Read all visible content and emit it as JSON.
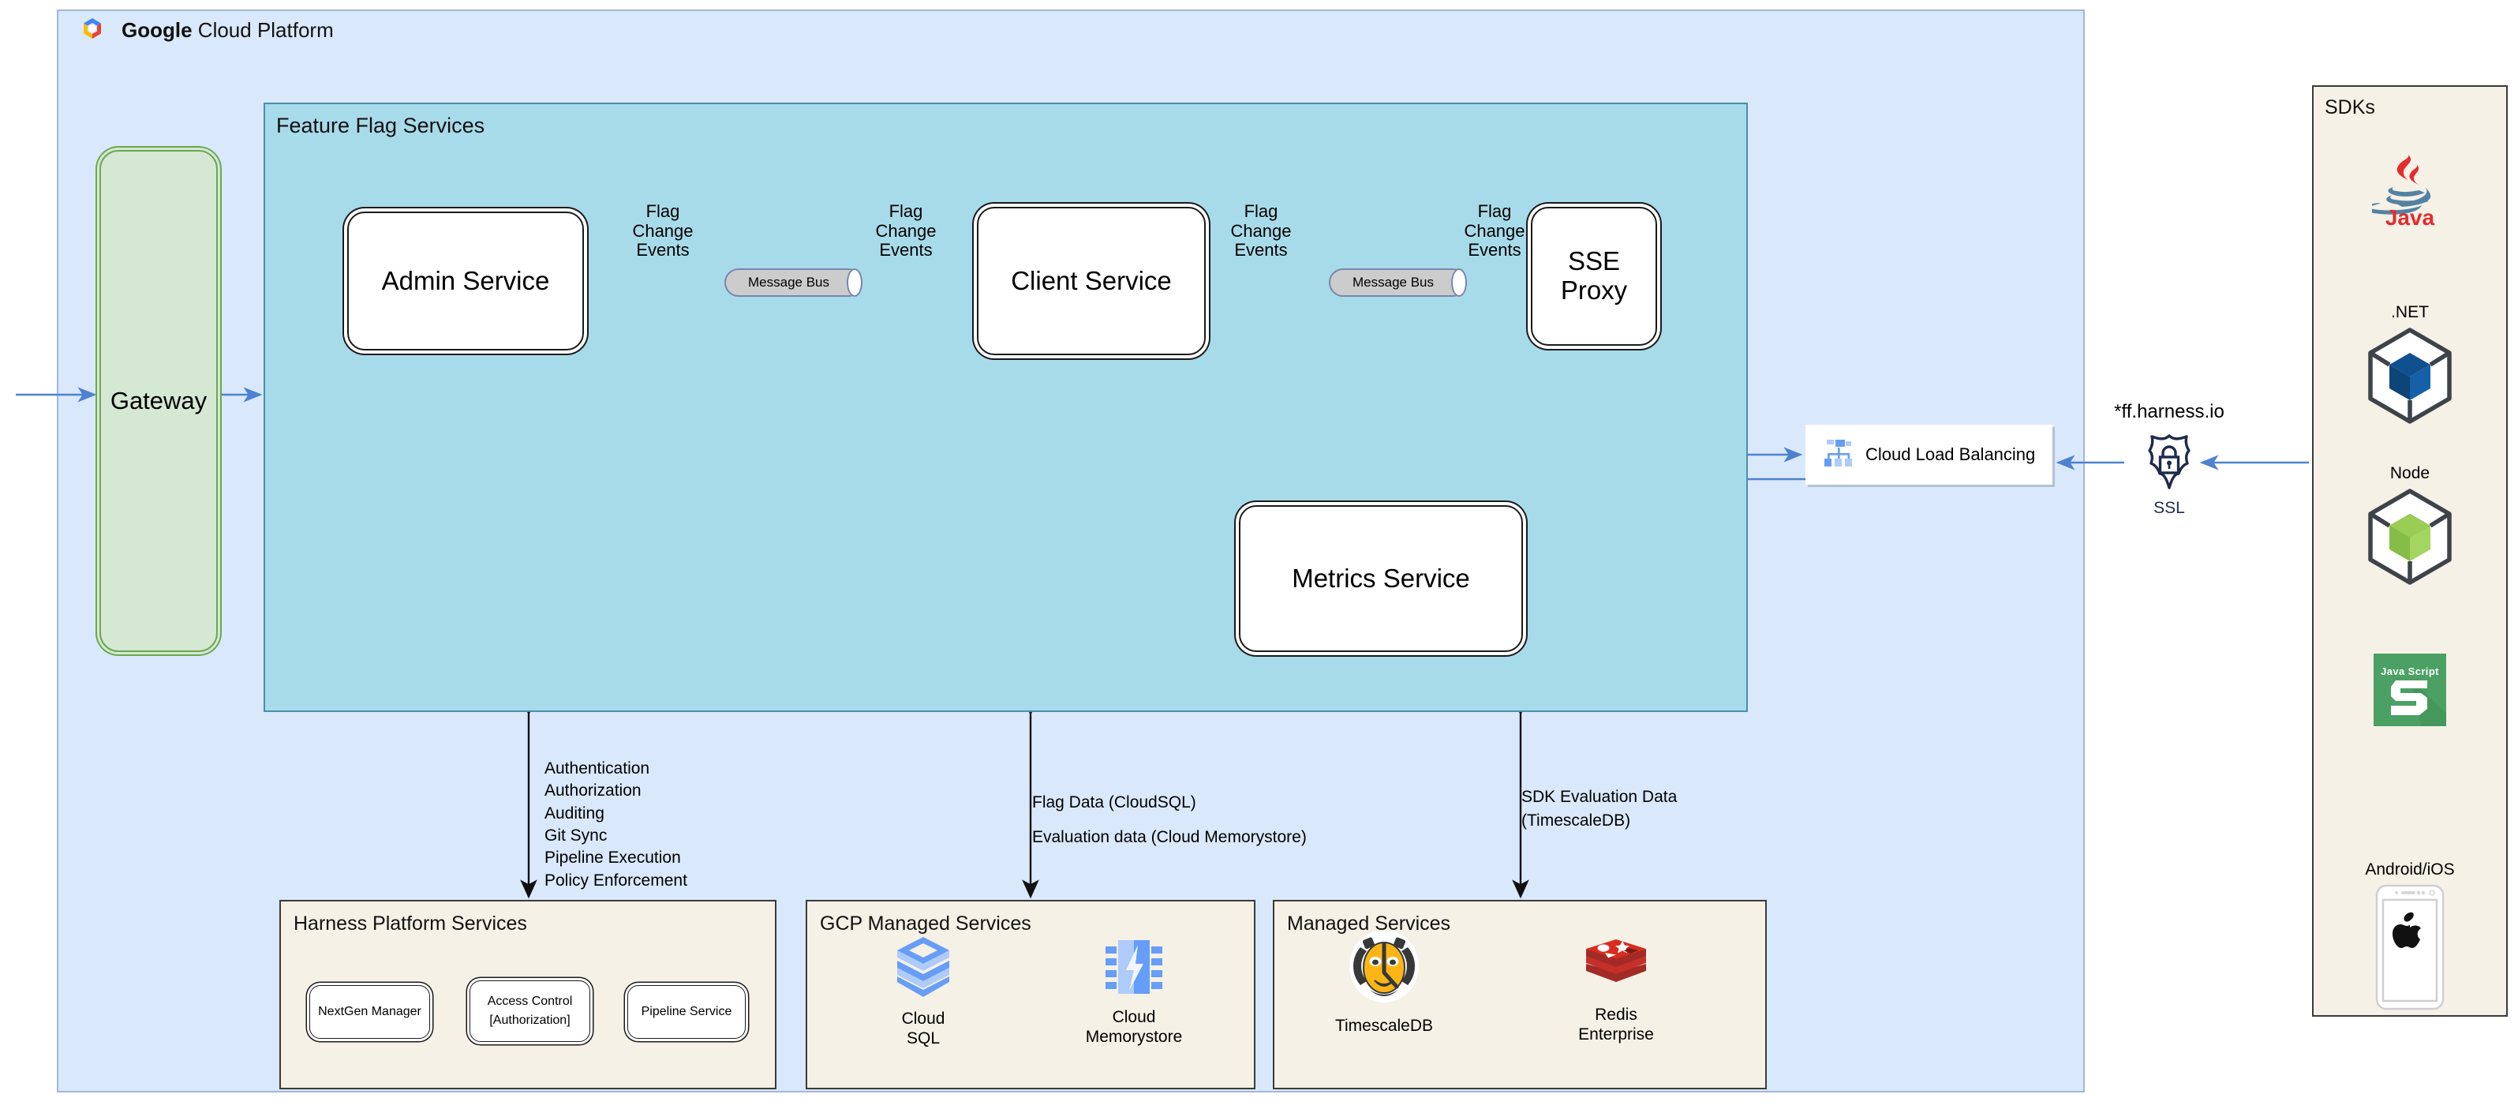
{
  "gcp": {
    "title_brand": "Google",
    "title_rest": " Cloud Platform",
    "logo_icon": "google-cloud-logo-icon"
  },
  "gateway": {
    "label": "Gateway"
  },
  "feature_flag_services": {
    "title": "Feature Flag Services",
    "nodes": {
      "admin_service": "Admin Service",
      "client_service": "Client Service",
      "sse_proxy": "SSE\nProxy",
      "metrics_service": "Metrics Service"
    },
    "message_bus_1": "Message Bus",
    "message_bus_2": "Message Bus",
    "edge_labels": {
      "fce1": "Flag\nChange\nEvents",
      "fce2": "Flag\nChange\nEvents",
      "fce3": "Flag\nChange\nEvents",
      "fce4": "Flag\nChange\nEvents"
    }
  },
  "annotations": {
    "platform_services": "Authentication\nAuthorization\nAuditing\nGit Sync\nPipeline Execution\nPolicy Enforcement",
    "flag_data": "Flag Data (CloudSQL)\nEvaluation data (Cloud Memorystore)",
    "sdk_eval": "SDK Evaluation Data\n(TimescaleDB)"
  },
  "load_balancer": {
    "label": "Cloud Load Balancing",
    "icon": "cloud-load-balancing-icon"
  },
  "ssl": {
    "domain": "*ff.harness.io",
    "label": "SSL",
    "icon": "ssl-shield-lock-icon"
  },
  "harness_platform": {
    "title": "Harness Platform Services",
    "services": [
      "NextGen Manager",
      "Access Control\n[Authorization]",
      "Pipeline Service"
    ]
  },
  "gcp_managed": {
    "title": "GCP Managed Services",
    "items": [
      {
        "label": "Cloud\nSQL",
        "icon": "cloud-sql-icon"
      },
      {
        "label": "Cloud\nMemorystore",
        "icon": "cloud-memorystore-icon"
      }
    ]
  },
  "managed_services": {
    "title": "Managed Services",
    "items": [
      {
        "label": "TimescaleDB",
        "icon": "timescaledb-tiger-icon"
      },
      {
        "label": "Redis\nEnterprise",
        "icon": "redis-stack-icon"
      }
    ]
  },
  "sdks": {
    "title": "SDKs",
    "items": [
      {
        "label": "",
        "name": "Java",
        "icon": "java-icon"
      },
      {
        "label": ".NET",
        "name": ".NET",
        "icon": "dotnet-cube-icon"
      },
      {
        "label": "Node",
        "name": "Node",
        "icon": "node-cube-icon"
      },
      {
        "label": "",
        "name": "JavaScript",
        "icon": "javascript-icon",
        "tile_text": "Java Script"
      },
      {
        "label": "Android/iOS",
        "name": "Android/iOS",
        "icon": "mobile-phone-apple-icon"
      }
    ]
  },
  "colors": {
    "gcp_panel": "#dae8fc",
    "ffs_panel": "#a8dbea",
    "gateway": "#d5e8d4",
    "group_panel": "#f5f1e6",
    "wire": "#4d82d0",
    "wire_black": "#000000"
  }
}
